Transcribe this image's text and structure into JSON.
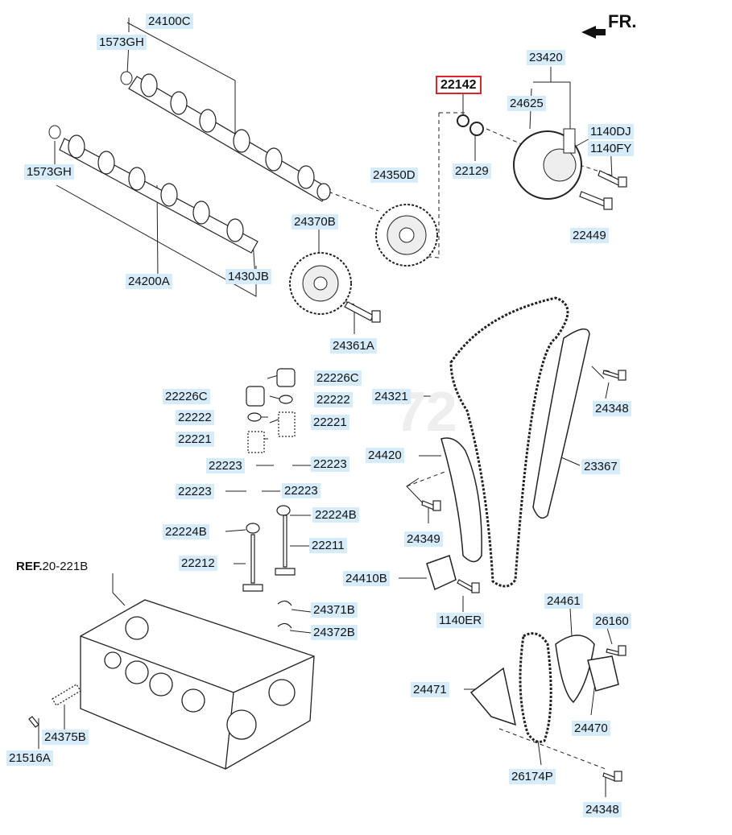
{
  "direction_label": "FR.",
  "reference": {
    "prefix": "REF.",
    "code": "20-221B"
  },
  "callouts": [
    "24100C",
    "1573GH",
    "1573GH",
    "24200A",
    "1430JB",
    "24370B",
    "24350D",
    "24361A",
    "22142",
    "22129",
    "24625",
    "23420",
    "1140DJ",
    "1140FY",
    "22449",
    "22226C",
    "22226C",
    "22222",
    "22222",
    "22221",
    "22221",
    "22223",
    "22223",
    "22223",
    "22223",
    "22224B",
    "22224B",
    "22212",
    "22211",
    "24371B",
    "24372B",
    "24375B",
    "21516A",
    "24321",
    "24348",
    "24420",
    "23367",
    "24349",
    "24410B",
    "1140ER",
    "24461",
    "26160",
    "24471",
    "24470",
    "26174P",
    "24348"
  ],
  "highlight_color": "#d9262d",
  "label_bg_color": "#d6ecfa"
}
